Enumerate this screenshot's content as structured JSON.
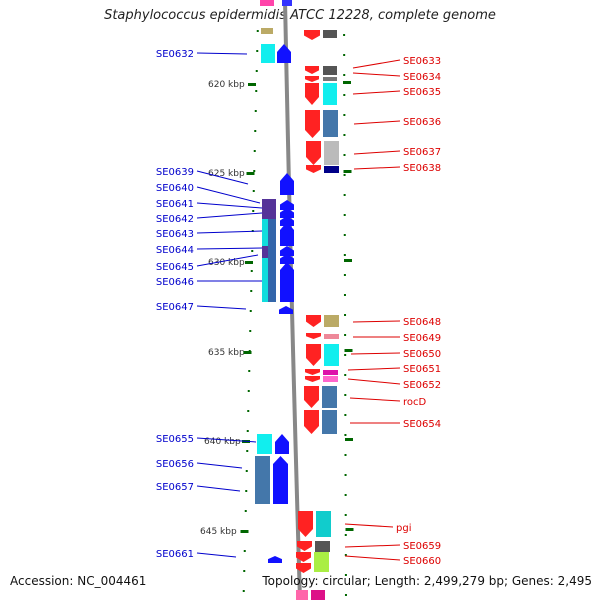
{
  "title": "Staphylococcus epidermidis ATCC 12228, complete genome",
  "footer": {
    "accession": "Accession: NC_004461",
    "topology": "Topology: circular; Length: 2,499,279 bp; Genes: 2,495"
  },
  "colors": {
    "forward_label": "#0000cc",
    "reverse_label": "#dd0000",
    "tick": "#006600",
    "backbone": "#888888"
  },
  "kbp_ticks": [
    "620 kbp",
    "625 kbp",
    "630 kbp",
    "635 kbp",
    "640 kbp",
    "645 kbp"
  ],
  "left_genes": [
    "SE0632",
    "SE0639",
    "SE0640",
    "SE0641",
    "SE0642",
    "SE0643",
    "SE0644",
    "SE0645",
    "SE0646",
    "SE0647",
    "SE0655",
    "SE0656",
    "SE0657",
    "SE0661"
  ],
  "right_genes": [
    "SE0633",
    "SE0634",
    "SE0635",
    "SE0636",
    "SE0637",
    "SE0638",
    "SE0648",
    "SE0649",
    "SE0650",
    "SE0651",
    "SE0652",
    "rocD",
    "SE0654",
    "pgi",
    "SE0659",
    "SE0660"
  ]
}
